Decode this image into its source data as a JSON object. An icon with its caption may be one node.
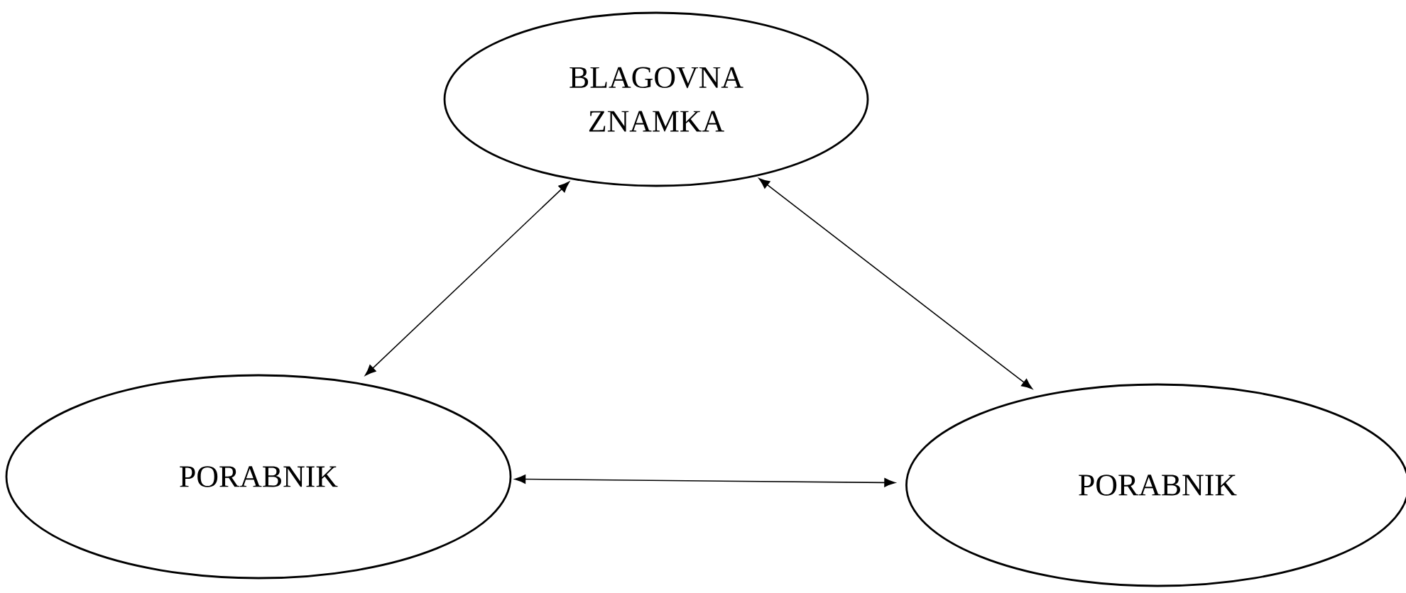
{
  "diagram": {
    "nodes": [
      {
        "text": [
          "BLAGOVNA ZNAMKA"
        ]
      },
      {
        "text": [
          "PORABNIK"
        ]
      },
      {
        "text": [
          "PORABNIK"
        ]
      }
    ],
    "edges": [
      {
        "from": 0,
        "to": 1,
        "arrow": "both"
      },
      {
        "from": 0,
        "to": 2,
        "arrow": "both"
      },
      {
        "from": 1,
        "to": 2,
        "arrow": "both"
      }
    ]
  }
}
